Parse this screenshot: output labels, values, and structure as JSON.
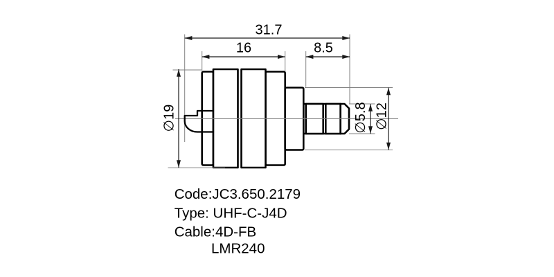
{
  "page": {
    "background": "#ffffff"
  },
  "drawing": {
    "dims": {
      "overall_length": "31.7",
      "body_length": "16",
      "crimp_length": "8.5",
      "body_diameter": "∅19",
      "crimp_diameter": "∅5.8",
      "flange_diameter": "∅12"
    },
    "notes": {
      "code": "Code:JC3.650.2179",
      "type": "Type: UHF-C-J4D",
      "cable": "Cable:4D-FB",
      "cable_alt": "LMR240"
    },
    "colors": {
      "outline": "#000000",
      "dimension_line": "#1a1a1a",
      "extension_line": "#808080"
    }
  }
}
